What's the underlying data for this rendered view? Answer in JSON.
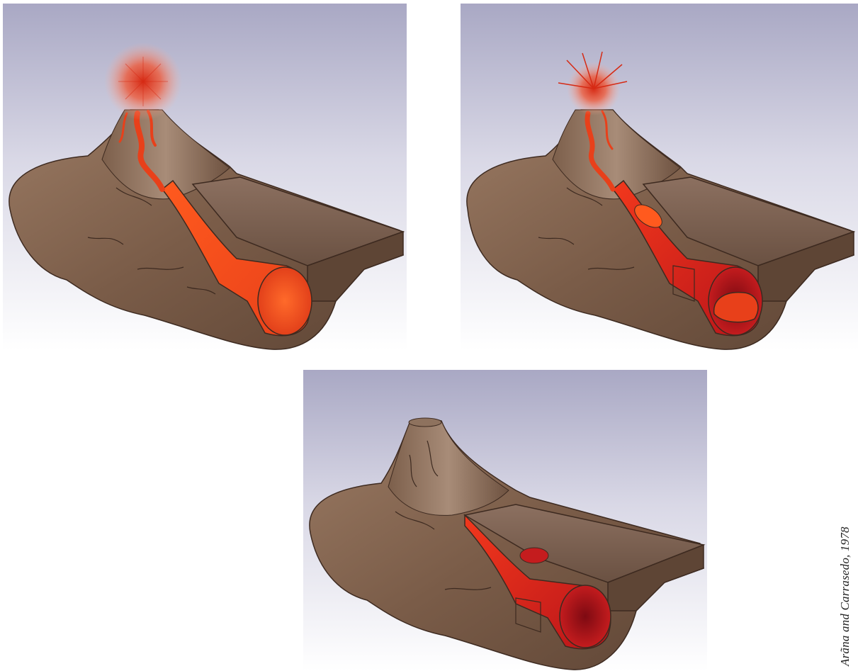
{
  "credit": "Arãna and Carrasedo, 1978",
  "panels": [
    {
      "id": "stage-1",
      "eruption": "active-glow",
      "tube": "fully-filled"
    },
    {
      "id": "stage-2",
      "eruption": "active-rays",
      "tube": "draining"
    },
    {
      "id": "stage-3",
      "eruption": "none",
      "tube": "empty"
    }
  ],
  "colors": {
    "sky_top": "#a9a8c4",
    "sky_bottom": "#ffffff",
    "rock_dark": "#6b5140",
    "rock_mid": "#8a6b56",
    "rock_light": "#a48670",
    "lava_bright": "#ff5a1e",
    "lava_mid": "#e8401a",
    "lava_deep": "#b9141a"
  }
}
